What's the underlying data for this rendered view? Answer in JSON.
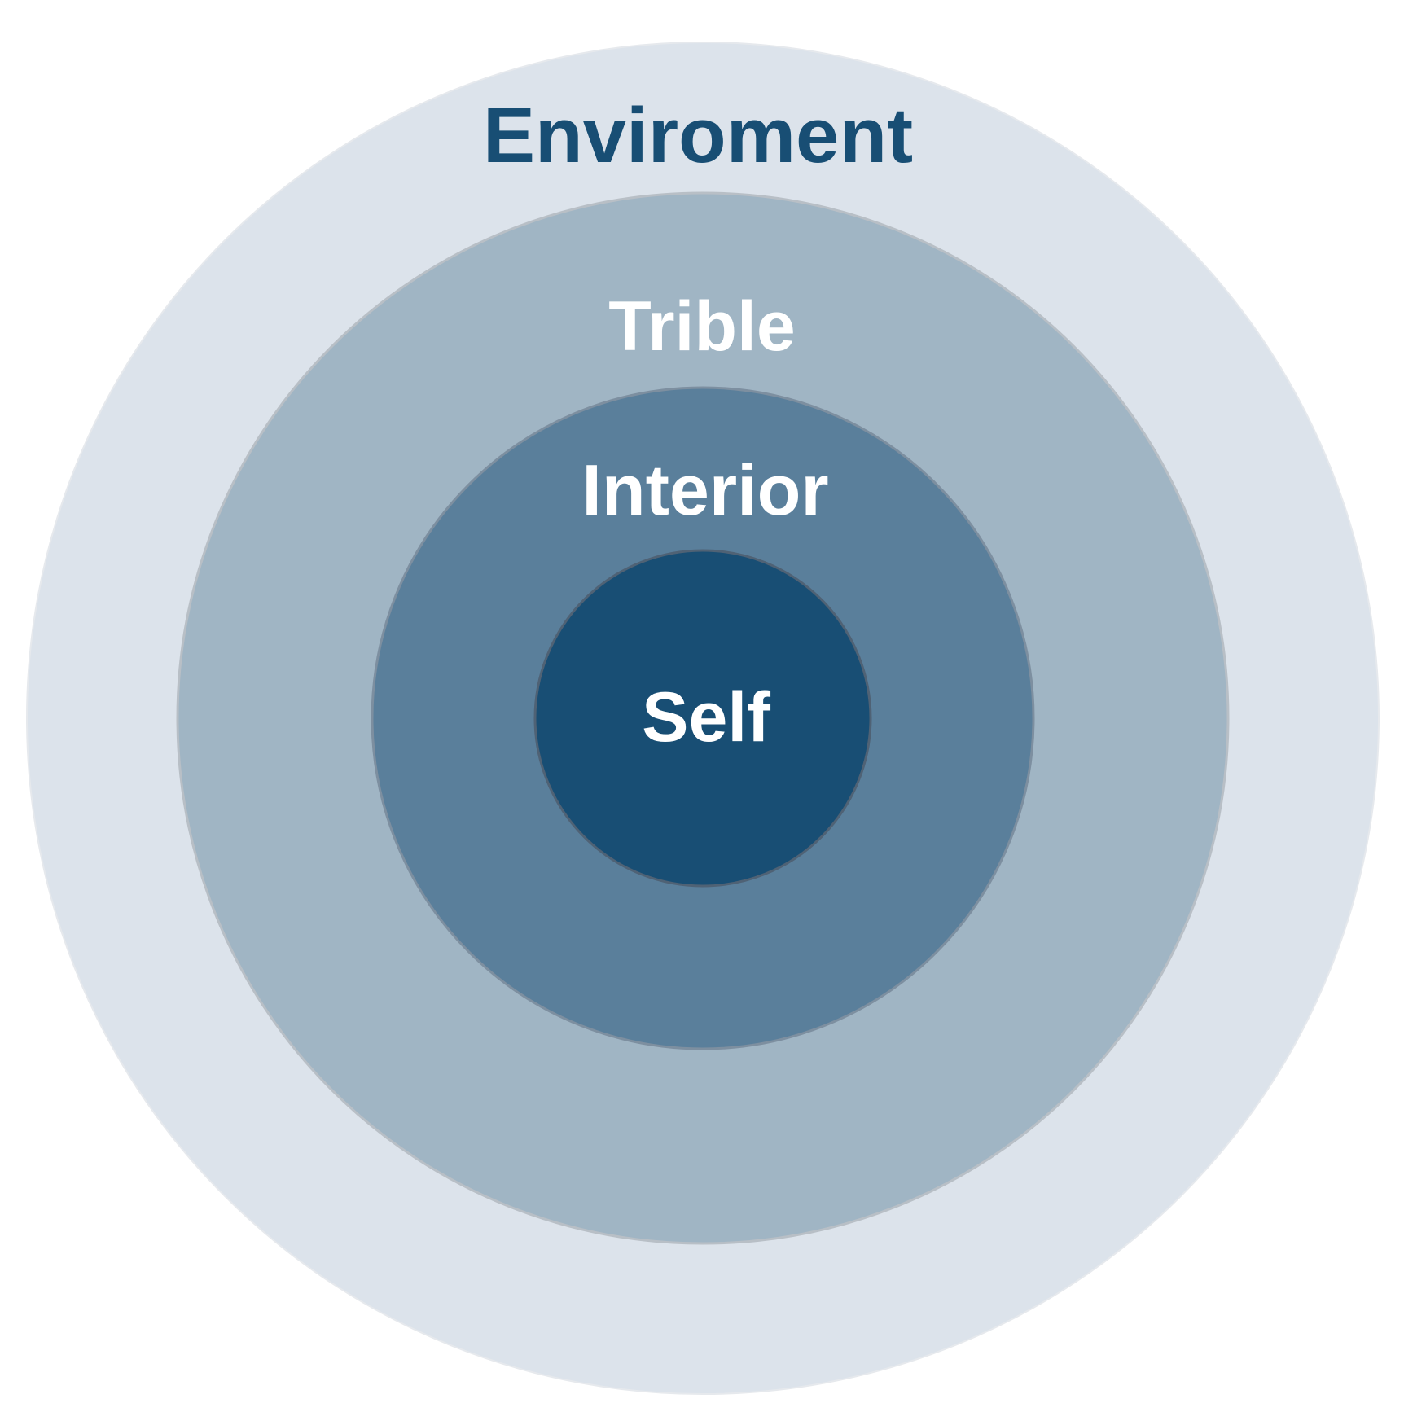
{
  "diagram": {
    "type": "concentric-circles",
    "rings": [
      {
        "id": "environment",
        "label": "Enviroment",
        "fill": "#dce3eb",
        "text_color": "#184e74",
        "level": 1
      },
      {
        "id": "trible",
        "label": "Trible",
        "fill": "#a0b5c4",
        "text_color": "#ffffff",
        "level": 2
      },
      {
        "id": "interior",
        "label": "Interior",
        "fill": "#5a7f9b",
        "text_color": "#ffffff",
        "level": 3
      },
      {
        "id": "self",
        "label": "Self",
        "fill": "#184e74",
        "text_color": "#ffffff",
        "level": 4
      }
    ]
  }
}
